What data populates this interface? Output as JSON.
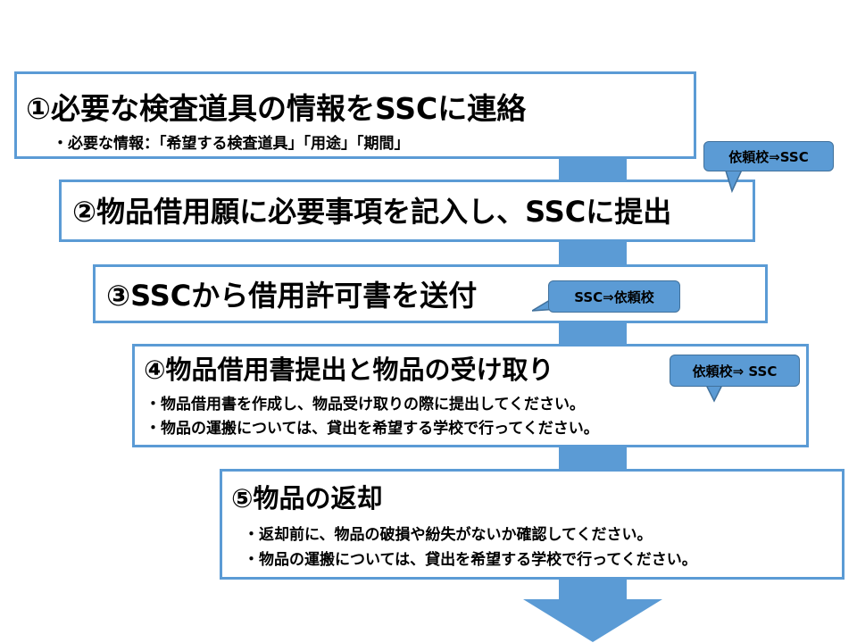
{
  "steps": [
    {
      "title": "①必要な検査道具の情報をSSCに連絡",
      "notes": [
        "・必要な情報：「希望する検査道具」「用途」「期間」"
      ]
    },
    {
      "title": "②物品借用願に必要事項を記入し、SSCに提出",
      "notes": []
    },
    {
      "title": "③SSCから借用許可書を送付",
      "notes": []
    },
    {
      "title": "④物品借用書提出と物品の受け取り",
      "notes": [
        "・物品借用書を作成し、物品受け取りの際に提出してください。",
        "・物品の運搬については、貸出を希望する学校で行ってください。"
      ]
    },
    {
      "title": "⑤物品の返却",
      "notes": [
        "・返却前に、物品の破損や紛失がないか確認してください。",
        "・物品の運搬については、貸出を希望する学校で行ってください。"
      ]
    }
  ],
  "callouts": [
    {
      "label": "依頼校⇒SSC"
    },
    {
      "label": "SSC⇒依頼校"
    },
    {
      "label": "依頼校⇒ SSC"
    }
  ],
  "colors": {
    "accent": "#5b9bd5",
    "callout_border": "#41719c",
    "background": "#ffffff",
    "text": "#000000"
  }
}
